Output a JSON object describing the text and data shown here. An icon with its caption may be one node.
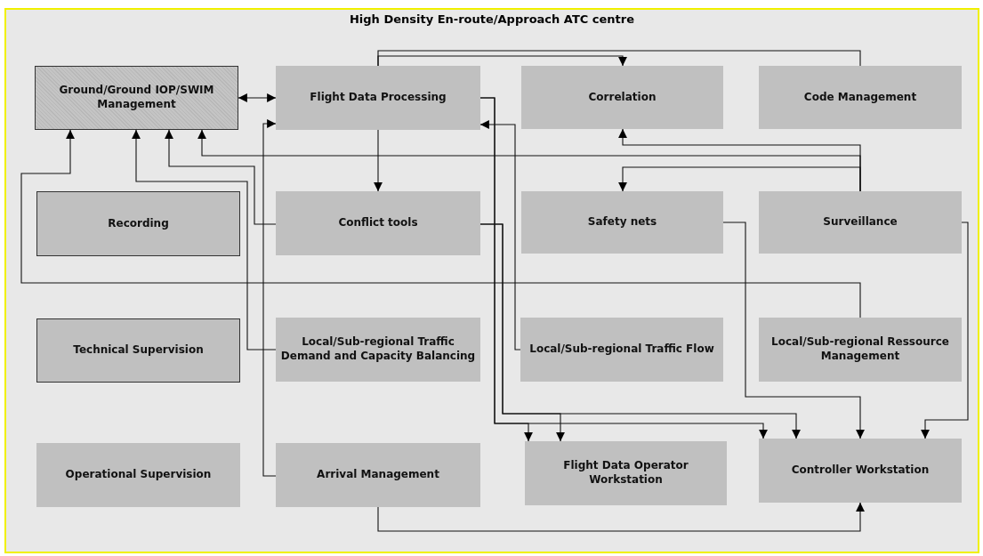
{
  "diagram": {
    "nodes": [
      {
        "text": [
          "High Density En-route/Approach ATC centre"
        ]
      },
      {
        "text": [
          "Ground/Ground IOP/SWIM Management"
        ],
        "in": 0
      },
      {
        "text": [
          "Flight Data Processing"
        ],
        "in": 0
      },
      {
        "text": [
          "Correlation"
        ],
        "in": 0
      },
      {
        "text": [
          "Code Management"
        ],
        "in": 0
      },
      {
        "text": [
          "Recording"
        ],
        "in": 0
      },
      {
        "text": [
          "Conflict tools"
        ],
        "in": 0
      },
      {
        "text": [
          "Safety nets"
        ],
        "in": 0
      },
      {
        "text": [
          "Surveillance"
        ],
        "in": 0
      },
      {
        "text": [
          "Technical Supervision"
        ],
        "in": 0
      },
      {
        "text": [
          "Local/Sub-regional Traffic Demand and Capacity Balancing"
        ],
        "in": 0
      },
      {
        "text": [
          "Local/Sub-regional Traffic Flow"
        ],
        "in": 0
      },
      {
        "text": [
          "Local/Sub-regional Ressource Management"
        ],
        "in": 0
      },
      {
        "text": [
          "Operational Supervision"
        ],
        "in": 0
      },
      {
        "text": [
          "Arrival Management"
        ],
        "in": 0
      },
      {
        "text": [
          "Flight Data Operator Workstation"
        ],
        "in": 0
      },
      {
        "text": [
          "Controller Workstation"
        ],
        "in": 0
      }
    ],
    "edges": [
      {
        "from": 1,
        "to": 2,
        "arrow": "both"
      },
      {
        "from": 2,
        "to": 3,
        "arrow": "to"
      },
      {
        "from": 4,
        "to": 2,
        "arrow": "none"
      },
      {
        "from": 2,
        "to": 6,
        "arrow": "to"
      },
      {
        "from": 8,
        "to": 3,
        "arrow": "to"
      },
      {
        "from": 8,
        "to": 1,
        "arrow": "to"
      },
      {
        "from": 8,
        "to": 7,
        "arrow": "to"
      },
      {
        "from": 12,
        "to": 1,
        "arrow": "to"
      },
      {
        "from": 10,
        "to": 1,
        "arrow": "to"
      },
      {
        "from": 6,
        "to": 1,
        "arrow": "to"
      },
      {
        "from": 14,
        "to": 2,
        "arrow": "to"
      },
      {
        "from": 11,
        "to": 2,
        "arrow": "to"
      },
      {
        "from": 2,
        "to": 15,
        "arrow": "to"
      },
      {
        "from": 2,
        "to": 16,
        "arrow": "to"
      },
      {
        "from": 6,
        "to": 15,
        "arrow": "to"
      },
      {
        "from": 6,
        "to": 16,
        "arrow": "to"
      },
      {
        "from": 7,
        "to": 16,
        "arrow": "to"
      },
      {
        "from": 8,
        "to": 16,
        "arrow": "to"
      },
      {
        "from": 14,
        "to": 16,
        "arrow": "to"
      }
    ]
  }
}
